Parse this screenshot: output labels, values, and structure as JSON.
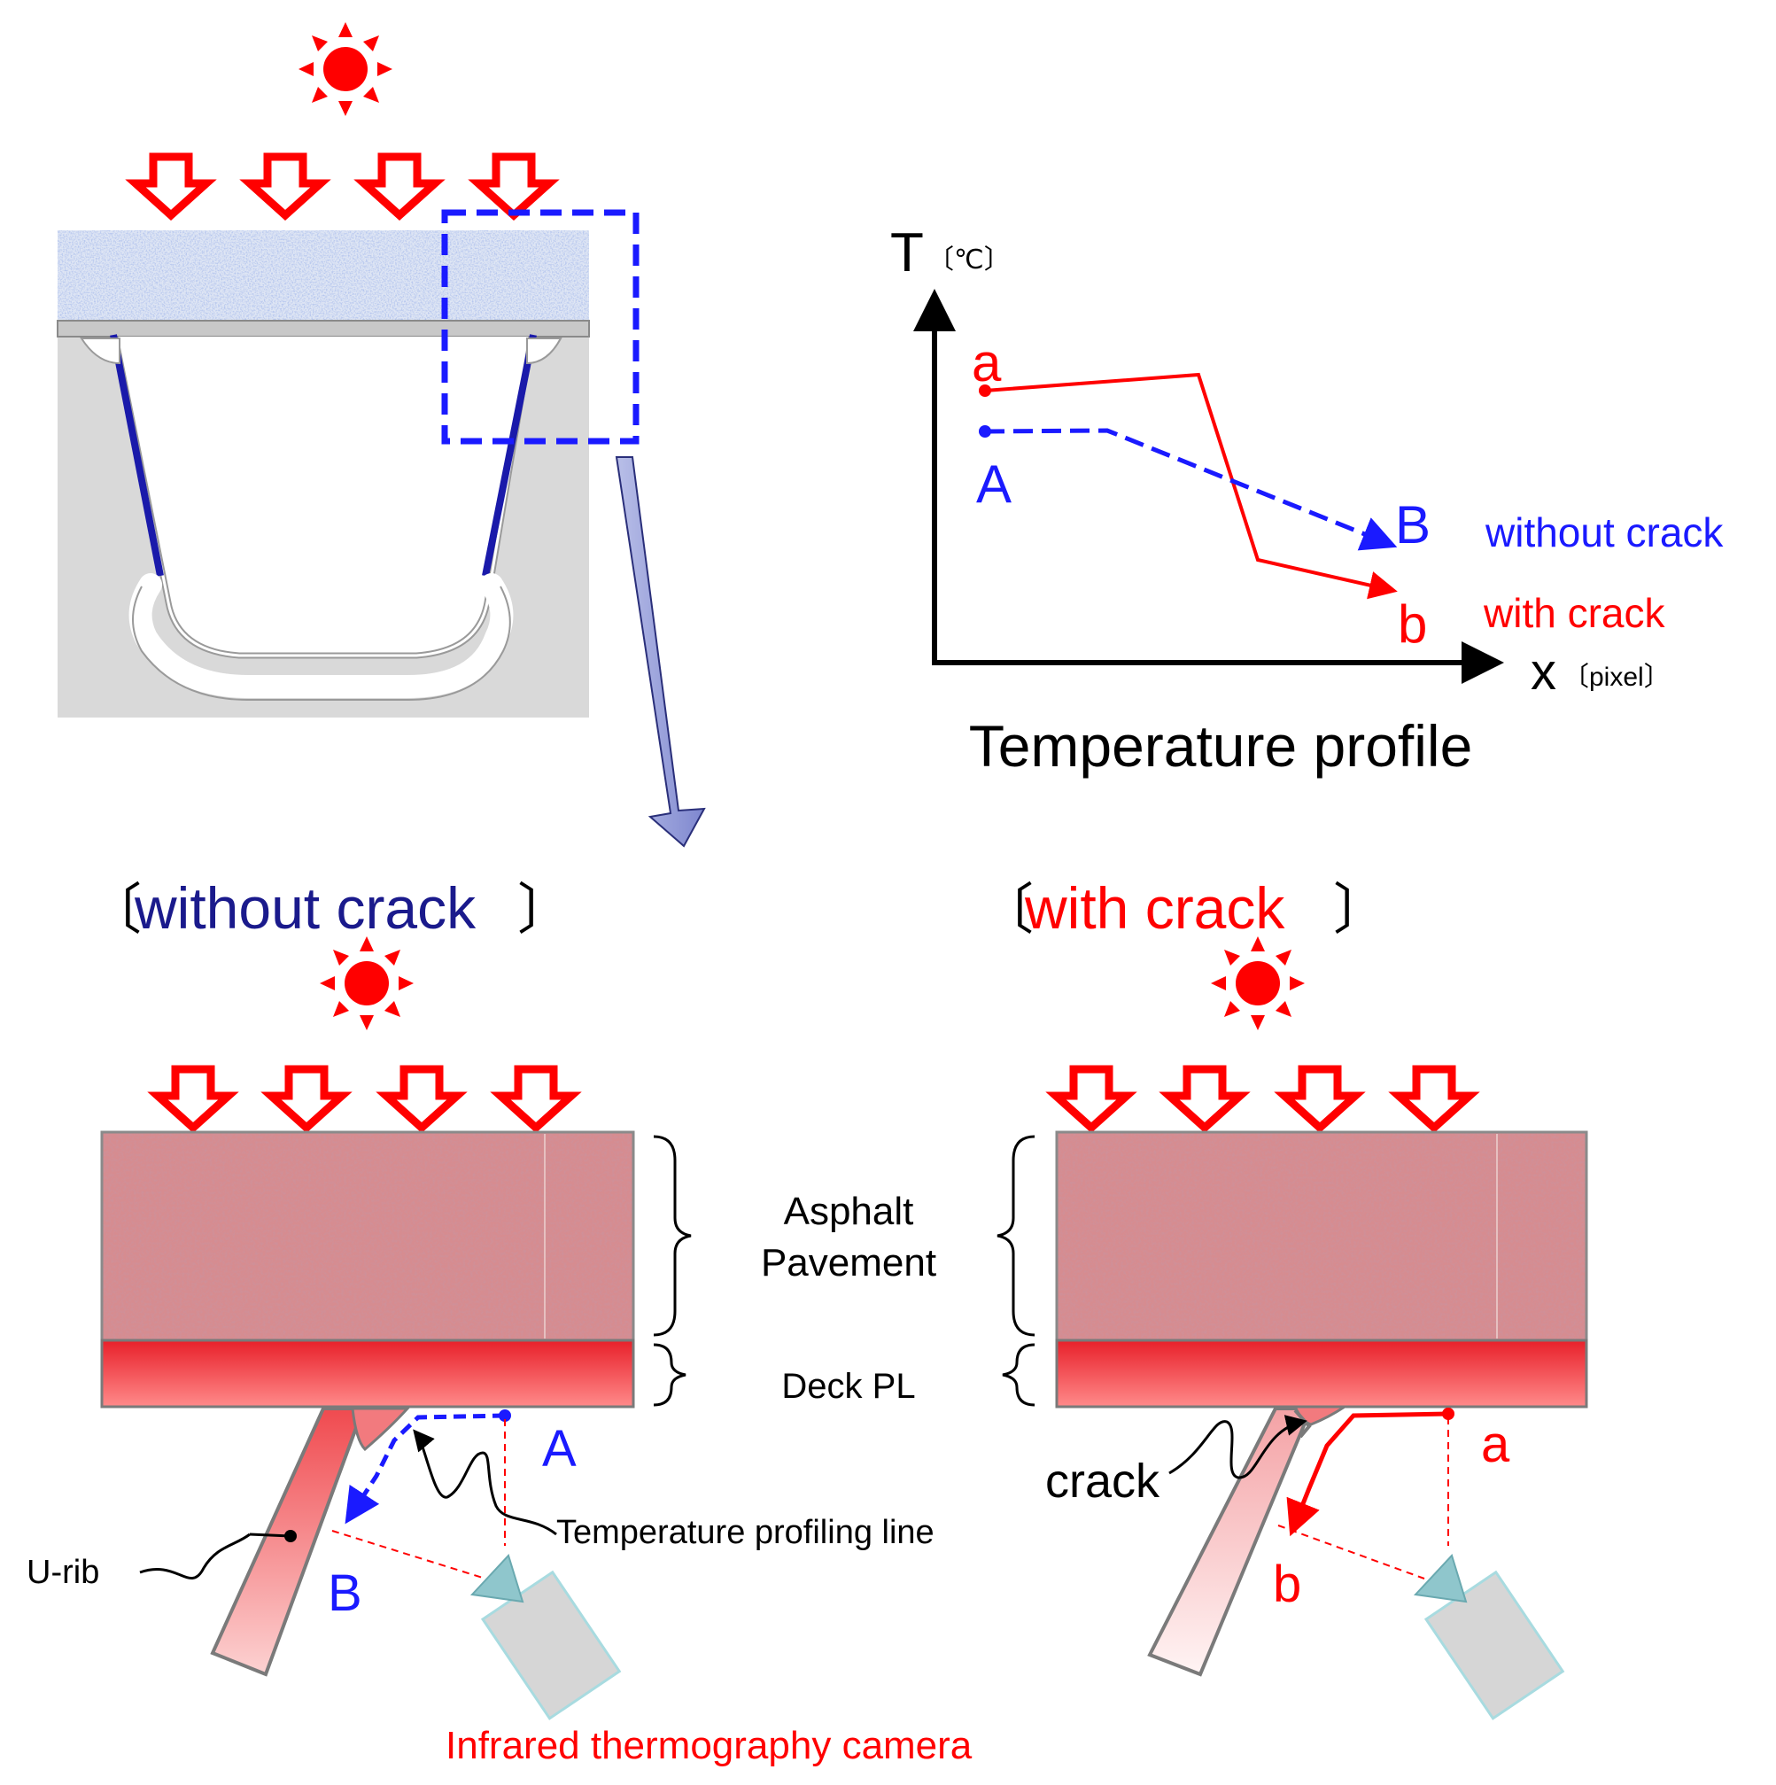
{
  "colors": {
    "heat_red": "#ff0000",
    "profile_blue": "#1a1aff",
    "title_navy": "#1a1a8c",
    "deck_red": "#f55",
    "asphalt": "#c97a7e",
    "camera_body": "#d6d6d6",
    "camera_lens": "#8fc6cc",
    "concrete_gray": "#d9d9d9"
  },
  "icons": {
    "sun": "sun-icon",
    "heat_arrow": "down-arrow-icon",
    "camera": "camera-icon"
  },
  "chart": {
    "y_axis_symbol": "T",
    "y_axis_unit": "〔℃〕",
    "x_axis_symbol": "x",
    "x_axis_unit": "〔pixel〕",
    "caption": "Temperature profile",
    "point_a": "a",
    "point_A": "A",
    "point_B": "B",
    "point_b": "b",
    "legend_without": "without crack",
    "legend_with": "with crack"
  },
  "chart_data": {
    "type": "line",
    "series": [
      {
        "name": "without crack",
        "start_label": "A",
        "end_label": "B"
      },
      {
        "name": "with crack",
        "start_label": "a",
        "end_label": "b"
      }
    ],
    "xlabel": "x〔pixel〕",
    "ylabel": "T〔℃〕",
    "title": "Temperature profile"
  },
  "left_panel": {
    "open_bracket": "〔",
    "title": "without crack",
    "close_bracket": "〕",
    "label_A": "A",
    "label_B": "B",
    "u_rib": "U-rib",
    "profiling_line": "Temperature profiling line",
    "camera": "Infrared thermography camera"
  },
  "right_panel": {
    "open_bracket": "〔",
    "title": "with crack",
    "close_bracket": "〕",
    "label_a": "a",
    "label_b": "b",
    "crack": "crack"
  },
  "layers": {
    "asphalt_line1": "Asphalt",
    "asphalt_line2": "Pavement",
    "deck": "Deck PL"
  }
}
